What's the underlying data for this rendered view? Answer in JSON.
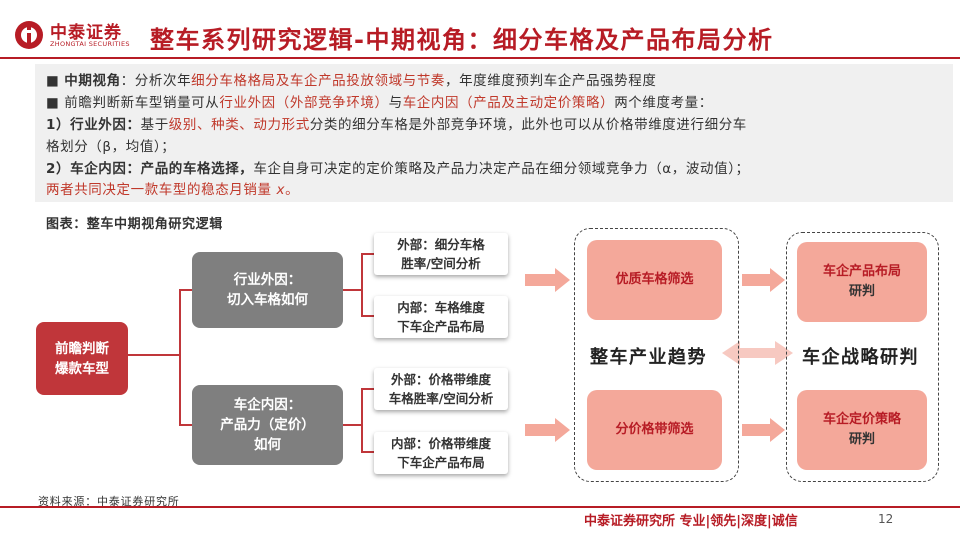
{
  "header": {
    "logo_cn": "中泰证券",
    "logo_en": "ZHONGTAI SECURITIES",
    "title": "整车系列研究逻辑-中期视角：细分车格及产品布局分析"
  },
  "summary": {
    "line1": {
      "bullet": "■",
      "lead": "中期视角",
      "a": "：分析次年",
      "b": "细分车格格局及车企产品投放领域与节奏",
      "c": "，年度维度预判车企产品强势程度"
    },
    "line2": {
      "bullet": "■",
      "a": "前瞻判断新车型销量可从",
      "b": "行业外因（外部竞争环境）",
      "c": "与",
      "d": "车企内因（产品及主动定价策略）",
      "e": "两个维度考量："
    },
    "line3": {
      "lead": "1）行业外因：",
      "a": "基于",
      "b": "级别、种类、动力形式",
      "c": "分类的细分车格是外部竞争环境，此外也可以从价格带维度进行细分车"
    },
    "line4": {
      "a": "格划分（β，均值）；"
    },
    "line5": {
      "lead": "2）车企内因：产品的车格选择，",
      "a": "车企自身可决定的定价策略及产品力决定产品在细分领域竞争力（α，波动值）；"
    },
    "line6": {
      "a": "两者共同决定一款车型的稳态月销量 ",
      "b": "x",
      "c": "。"
    }
  },
  "figure_label": "图表：整车中期视角研究逻辑",
  "diagram": {
    "root": [
      "前瞻判断",
      "爆款车型"
    ],
    "factor_external": [
      "行业外因：",
      "切入车格如何"
    ],
    "factor_internal": [
      "车企内因：",
      "产品力（定价）",
      "如何"
    ],
    "ext_outer": [
      "外部：细分车格",
      "胜率/空间分析"
    ],
    "ext_inner": [
      "内部：车格维度",
      "下车企产品布局"
    ],
    "int_outer": [
      "外部：价格带维度",
      "车格胜率/空间分析"
    ],
    "int_inner": [
      "内部：价格带维度",
      "下车企产品布局"
    ],
    "screen_quality": "优质车格筛选",
    "screen_price": "分价格带筛选",
    "industry_trend": "整车产业趋势",
    "strategy_research": "车企战略研判",
    "product_layout": [
      "车企产品布局",
      "研判"
    ],
    "pricing_strategy": [
      "车企定价策略",
      "研判"
    ],
    "colors": {
      "brand_red": "#b71c25",
      "box_red": "#c0363a",
      "box_gray": "#7f7f7f",
      "pink": "#f4a89a"
    }
  },
  "footer": {
    "source": "资料来源：中泰证券研究所",
    "tagline": "中泰证券研究所 专业|领先|深度|诚信",
    "page": "12"
  }
}
